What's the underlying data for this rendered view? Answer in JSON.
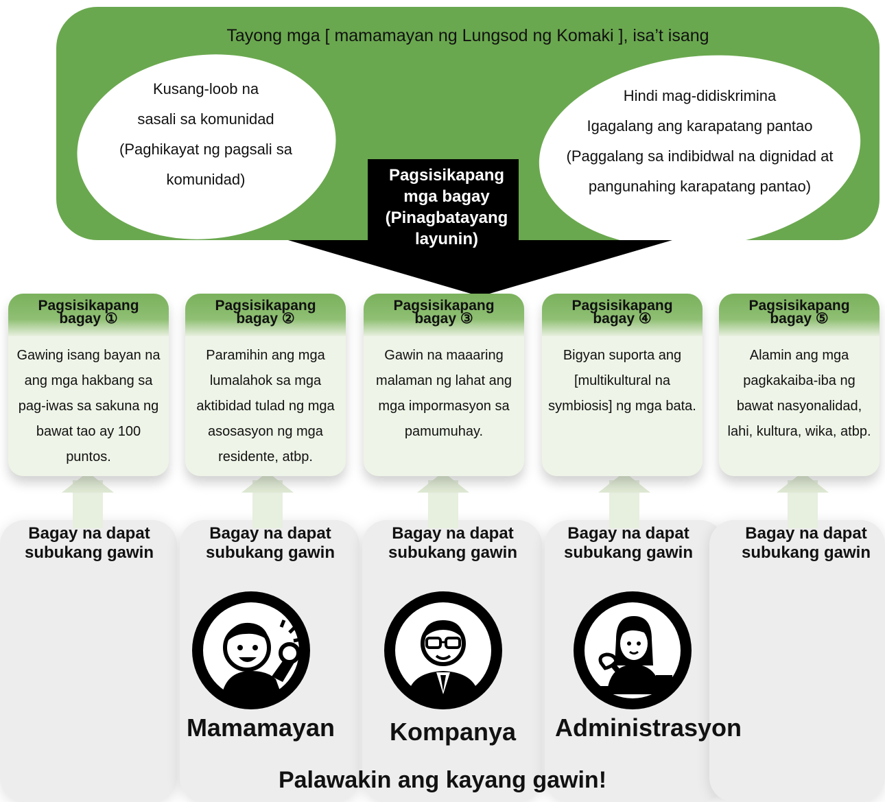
{
  "banner": {
    "title": "Tayong mga [ mamamayan ng Lungsod ng Komaki ], isa’t isang",
    "left_oval": [
      "Kusang-loob na",
      "sasali sa komunidad",
      "(Paghikayat ng pagsali sa",
      "komunidad)"
    ],
    "right_oval": [
      "Hindi mag-didiskrimina",
      "Igagalang ang karapatang pantao",
      "(Paggalang sa indibidwal na dignidad at",
      "pangunahing karapatang pantao)"
    ]
  },
  "arrow": {
    "lines": [
      "Pagsisikapang",
      "mga bagay",
      "(Pinagbatayang",
      "layunin)"
    ]
  },
  "boxes": [
    {
      "head1": "Pagsisikapang",
      "head2": "bagay ①",
      "body": "Gawing isang bayan na ang mga hakbang sa pag-iwas sa sakuna ng bawat tao ay 100 puntos."
    },
    {
      "head1": "Pagsisikapang",
      "head2": "bagay ②",
      "body": "Paramihin ang mga lumalahok sa mga aktibidad tulad ng mga asosasyon ng mga residente, atbp."
    },
    {
      "head1": "Pagsisikapang",
      "head2": "bagay ③",
      "body": "Gawin na maaaring malaman ng lahat ang mga impormasyon sa pamumuhay."
    },
    {
      "head1": "Pagsisikapang",
      "head2": "bagay ④",
      "body": "Bigyan suporta ang [multikultural na symbiosis] ng mga bata."
    },
    {
      "head1": "Pagsisikapang",
      "head2": "bagay ⑤",
      "body": "Alamin ang mga pagkakaiba-iba ng bawat nasyonalidad, lahi, kultura, wika, atbp."
    }
  ],
  "try_labels": [
    "Bagay na dapat subukang gawin",
    "Bagay na dapat subukang gawin",
    "Bagay na dapat subukang gawin",
    "Bagay na dapat subukang gawin",
    "Bagay na dapat subukang gawin"
  ],
  "actors": [
    {
      "label": "Mamamayan",
      "icon": "citizen-icon"
    },
    {
      "label": "Kompanya",
      "icon": "company-icon"
    },
    {
      "label": "Administrasyon",
      "icon": "administration-icon"
    }
  ],
  "footer": "Palawakin ang kayang gawin!",
  "colors": {
    "banner_green": "#6aa84f",
    "box_body": "#eef4e7",
    "arrow": "#000000"
  }
}
